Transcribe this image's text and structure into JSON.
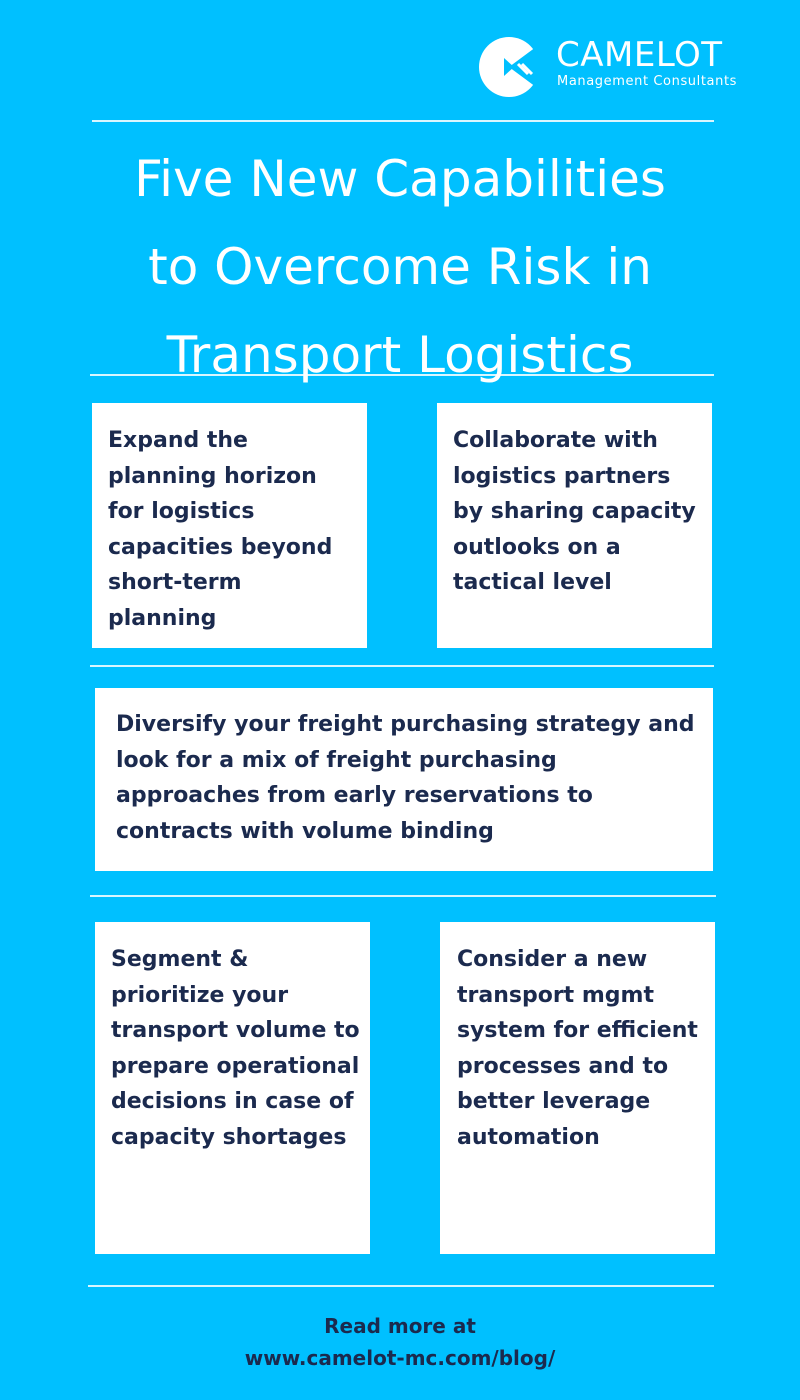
{
  "brand": {
    "name": "CAMELOT",
    "tagline": "Management Consultants",
    "icon": "camelot-logo-icon"
  },
  "title": {
    "line1": "Five New Capabilities",
    "line2": "to Overcome Risk in",
    "line3": "Transport Logistics"
  },
  "cards": [
    {
      "text": "Expand the planning horizon for logistics capacities beyond short-term planning"
    },
    {
      "text": "Collaborate with logistics partners by sharing capacity outlooks on a tactical level"
    },
    {
      "text": "Diversify your freight purchasing strategy and look for a mix of freight purchasing approaches from early reservations to contracts with volume binding"
    },
    {
      "text": "Segment & prioritize your transport volume to prepare operational decisions in case of capacity shortages"
    },
    {
      "text": "Consider a new transport mgmt system for efficient processes and to better leverage automation"
    }
  ],
  "footer": {
    "lead": "Read more at",
    "url": "www.camelot-mc.com/blog/"
  },
  "colors": {
    "background": "#00c0ff",
    "card": "#ffffff",
    "text_dark": "#1b2a4e",
    "title": "#ffffff"
  }
}
